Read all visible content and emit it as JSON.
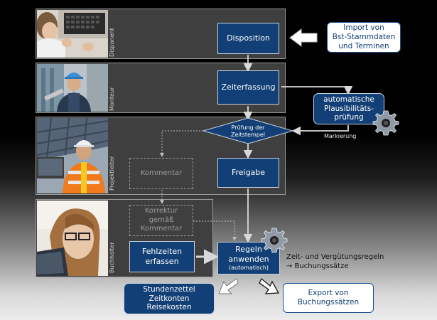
{
  "lanes": [
    {
      "role": "Disponent"
    },
    {
      "role": "Monteur"
    },
    {
      "role": "Projektleiter"
    },
    {
      "role": "Buchhalter"
    }
  ],
  "boxes": {
    "disposition": "Disposition",
    "zeiterfassung": "Zeiterfassung",
    "pruefung": "Prüfung der\nZeitstempel",
    "freigabe": "Freigabe",
    "kommentar": "Kommentar",
    "korrektur": "Korrektur\ngemäß\nKommentar",
    "fehlzeiten": "Fehlzeiten\nerfassen",
    "regeln_title": "Regeln\nanwenden",
    "regeln_sub": "(automatisch)",
    "import": "Import von\nBst-Stammdaten\nund Terminen",
    "plausi": "automatische\nPlausibilitäts-\nprüfung",
    "markierung": "Markierung",
    "regeln_note": "Zeit- und Vergütungsregeln\n→ Buchungssätze",
    "stundenzettel": "Stundenzettel\nZeitkonten\nReisekosten",
    "export": "Export von\nBuchungssätzen"
  },
  "colors": {
    "accent": "#123f75",
    "lane": "#3f3f3f"
  }
}
